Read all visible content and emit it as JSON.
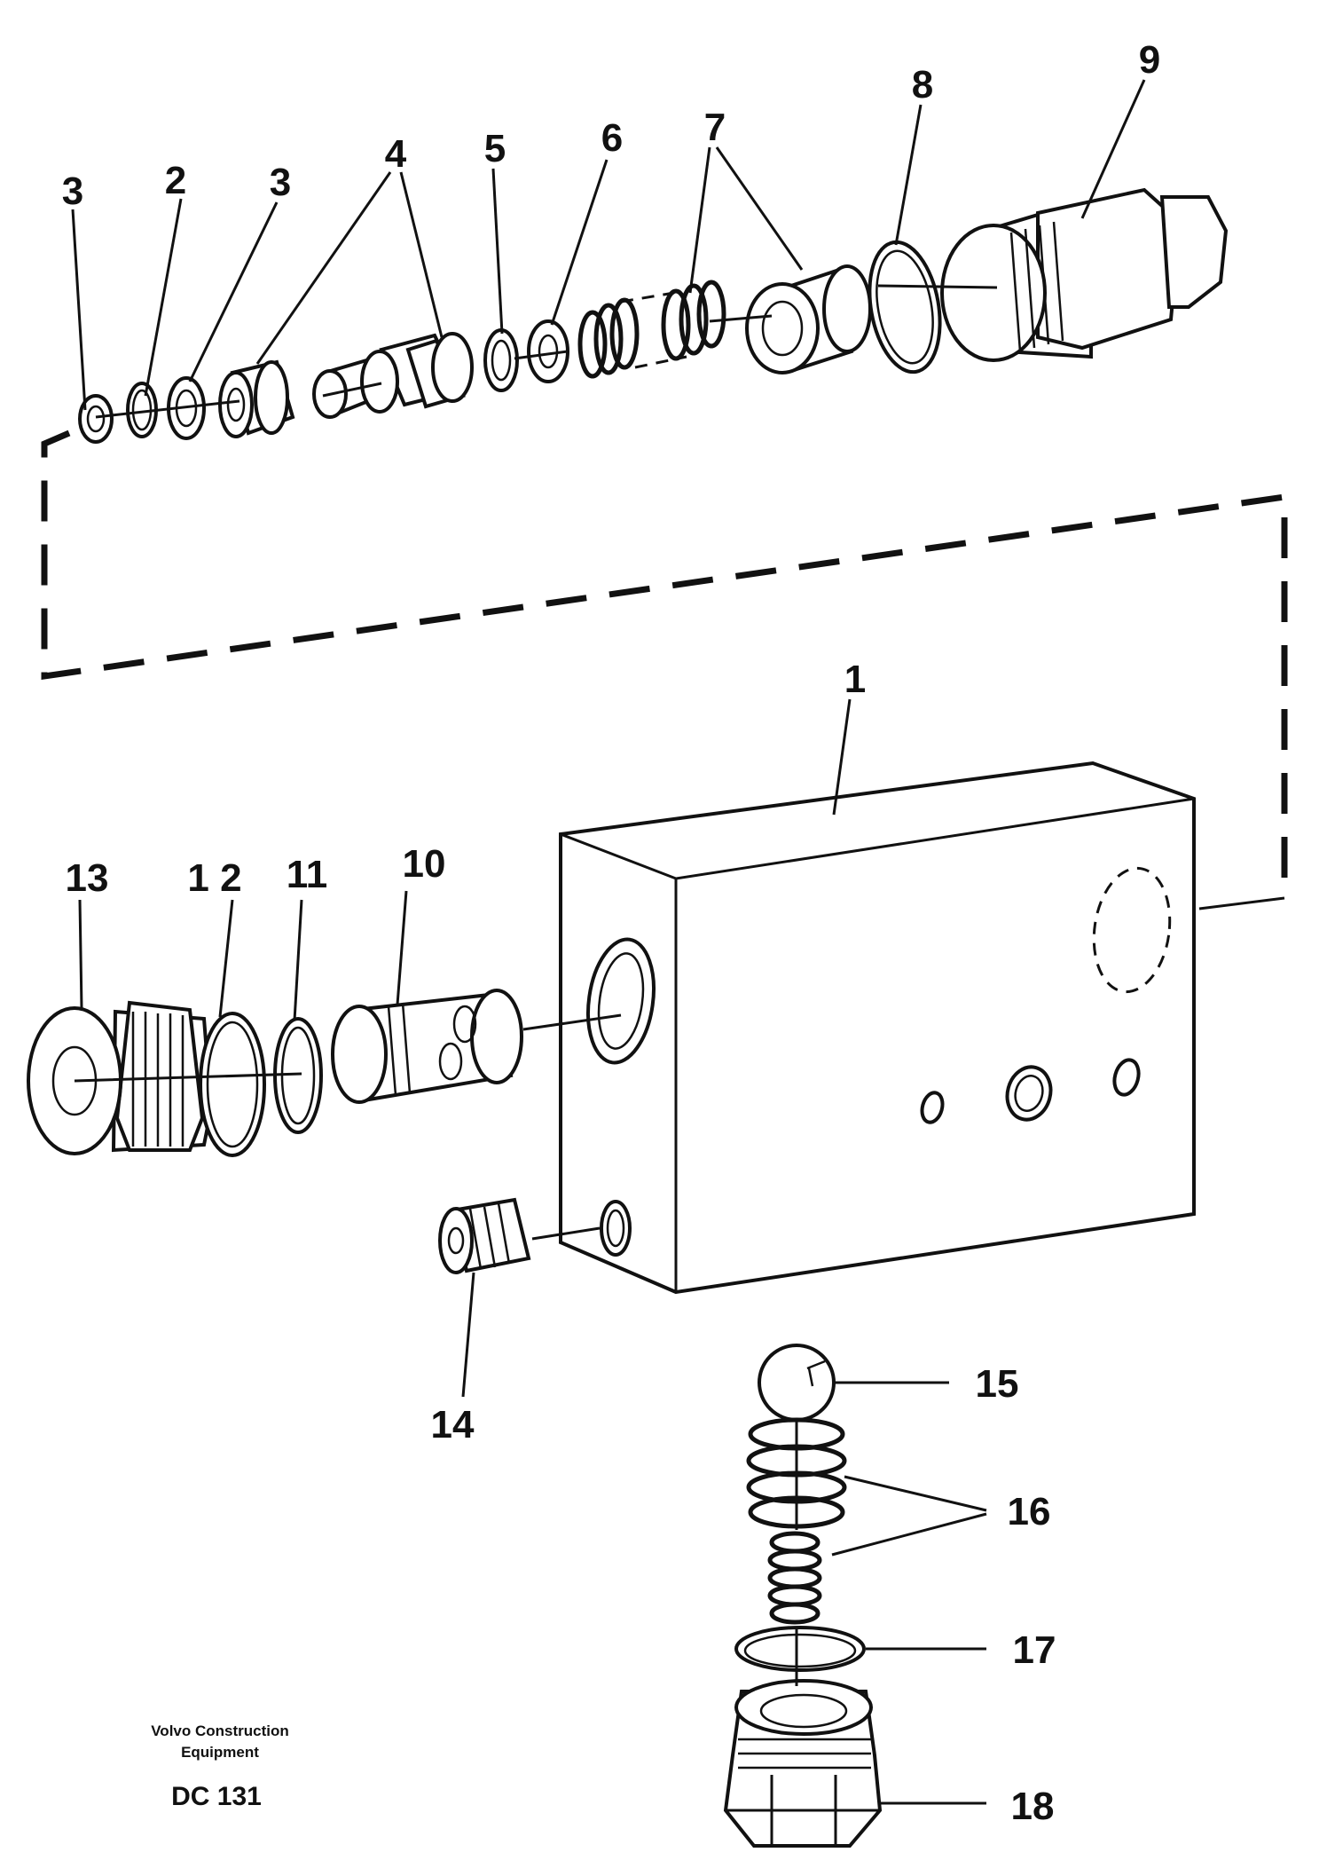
{
  "colors": {
    "line": "#111111",
    "background": "#ffffff"
  },
  "callouts": {
    "c1": "1",
    "c2": "2",
    "c3a": "3",
    "c3b": "3",
    "c4": "4",
    "c5": "5",
    "c6": "6",
    "c7": "7",
    "c8": "8",
    "c9": "9",
    "c10": "10",
    "c11": "11",
    "c12": "1 2",
    "c13": "13",
    "c14": "14",
    "c15": "15",
    "c16": "16",
    "c17": "17",
    "c18": "18"
  },
  "credit": {
    "line1": "Volvo Construction",
    "line2": "Equipment",
    "code": "DC 131"
  }
}
